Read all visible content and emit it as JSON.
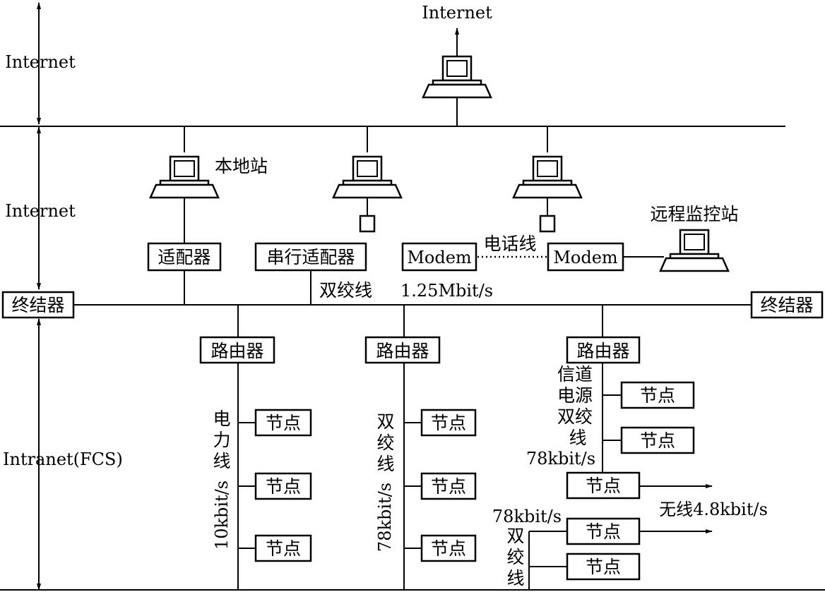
{
  "layers": {
    "top": "Internet",
    "middle": "Internet",
    "bottom": "Intranet(FCS)"
  },
  "top_host": {
    "label": "Internet"
  },
  "stations": {
    "local": "本地站",
    "remote": "远程监控站"
  },
  "adapters": {
    "adapter": "适配器",
    "serial_adapter": "串行适配器",
    "modem_left": "Modem",
    "modem_right": "Modem",
    "phone_line": "电话线"
  },
  "bus": {
    "medium": "双绞线",
    "speed": "1.25Mbit/s",
    "terminator_left": "终结器",
    "terminator_right": "终结器"
  },
  "routers": {
    "r1": "路由器",
    "r2": "路由器",
    "r3": "路由器"
  },
  "branch1": {
    "medium": [
      "电",
      "力",
      "线"
    ],
    "speed": "10kbit/s",
    "nodes": [
      "节点",
      "节点",
      "节点"
    ]
  },
  "branch2": {
    "medium": [
      "双",
      "绞",
      "线"
    ],
    "speed": "78kbit/s",
    "nodes": [
      "节点",
      "节点",
      "节点"
    ]
  },
  "branch3": {
    "medium": [
      "信道",
      "电源",
      "双绞",
      "线"
    ],
    "speed": "78kbit/s",
    "nodes": [
      "节点",
      "节点",
      "节点"
    ],
    "wireless": "无线4.8kbit/s"
  },
  "branch4": {
    "speed": "78kbit/s",
    "medium": [
      "双",
      "绞",
      "线"
    ],
    "nodes": [
      "节点",
      "节点"
    ]
  }
}
